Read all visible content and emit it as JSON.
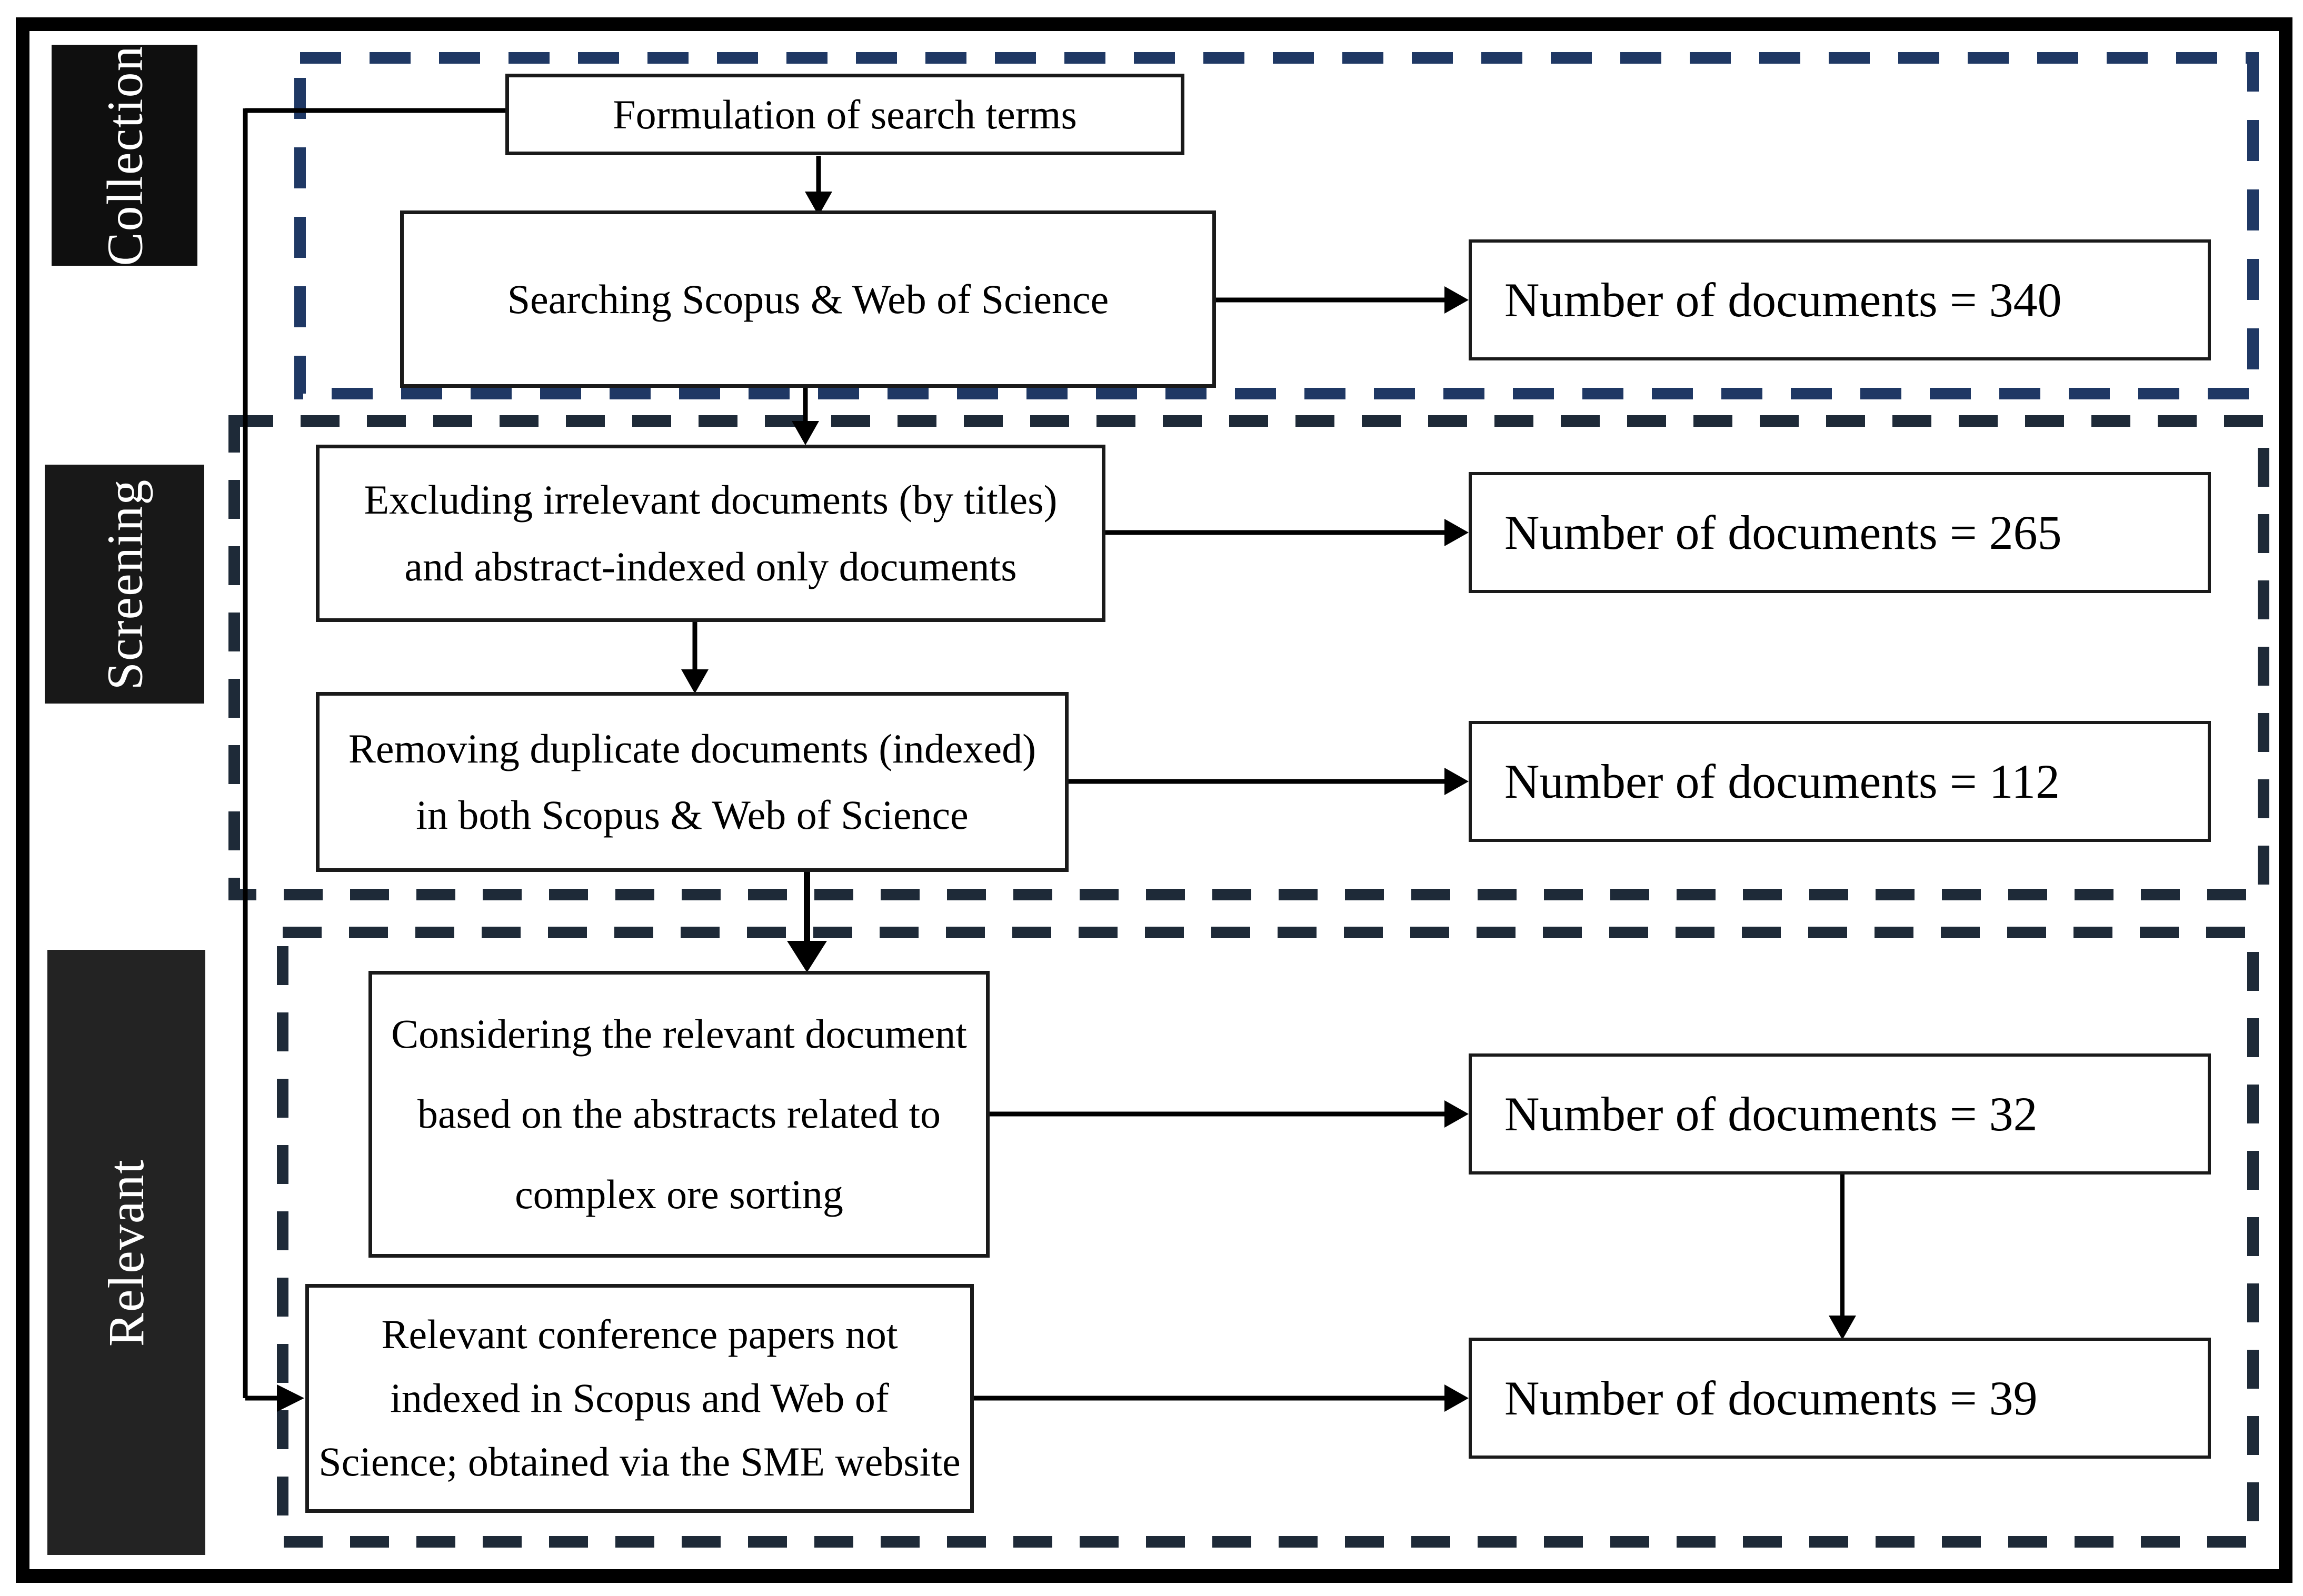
{
  "diagram": {
    "stages": [
      {
        "label": "Collection"
      },
      {
        "label": "Screening"
      },
      {
        "label": "Relevant"
      }
    ],
    "steps": {
      "formulation": {
        "text": "Formulation of search terms"
      },
      "searching": {
        "text": "Searching Scopus & Web of Science"
      },
      "excluding": {
        "text": "Excluding irrelevant documents (by titles)\nand abstract-indexed only documents"
      },
      "removing": {
        "text": "Removing duplicate documents (indexed)\nin both Scopus & Web of Science"
      },
      "considering": {
        "text": "Considering the relevant document\nbased on the abstracts related to\ncomplex ore sorting"
      },
      "conference": {
        "text": "Relevant conference papers not\nindexed in Scopus and Web of\nScience; obtained via the SME website"
      }
    },
    "counts": {
      "c340": {
        "label": "Number of documents = 340",
        "value": 340
      },
      "c265": {
        "label": "Number of documents = 265",
        "value": 265
      },
      "c112": {
        "label": "Number of documents = 112",
        "value": 112
      },
      "c32": {
        "label": "Number of documents = 32",
        "value": 32
      },
      "c39": {
        "label": "Number of documents = 39",
        "value": 39
      }
    }
  },
  "colors": {
    "outer-border": "#000000",
    "box-border": "#1a1a1a",
    "text": "#000000",
    "arrow": "#000000",
    "stage-text": "#ffffff",
    "stage-bg-1": "#0f0f0f",
    "stage-bg-2": "#181818",
    "stage-bg-3": "#232323",
    "dash-collection": "#1f3864",
    "dash-screening": "#1e2a38",
    "dash-relevant": "#1e2a38"
  }
}
